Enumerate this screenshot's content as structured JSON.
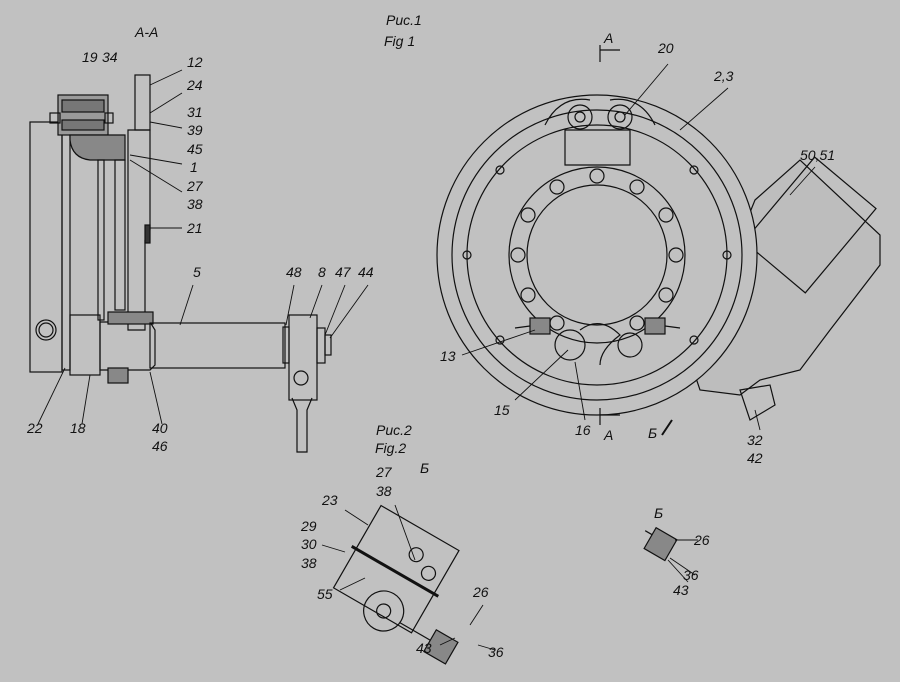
{
  "figure": {
    "section_title": "А-А",
    "fig1_ru": "Рис.1",
    "fig1_en": "Fig 1",
    "fig2_ru": "Рис.2",
    "fig2_en": "Fig.2",
    "section_mark_top": "А",
    "section_mark_bottom": "А",
    "view_mark_b": "Б",
    "fig2_view": "Б",
    "detail_view": "Б"
  },
  "callouts_section": [
    "19",
    "34",
    "12",
    "24",
    "31",
    "39",
    "45",
    "1",
    "27",
    "38",
    "21",
    "5",
    "48",
    "8",
    "47",
    "44",
    "22",
    "18",
    "40",
    "46"
  ],
  "callouts_main": [
    "20",
    "2,3",
    "50,51",
    "13",
    "15",
    "16",
    "32",
    "42"
  ],
  "callouts_fig2": [
    "27",
    "38",
    "23",
    "29",
    "30",
    "38",
    "55",
    "26",
    "43",
    "36"
  ],
  "callouts_detail": [
    "26",
    "36",
    "43"
  ]
}
